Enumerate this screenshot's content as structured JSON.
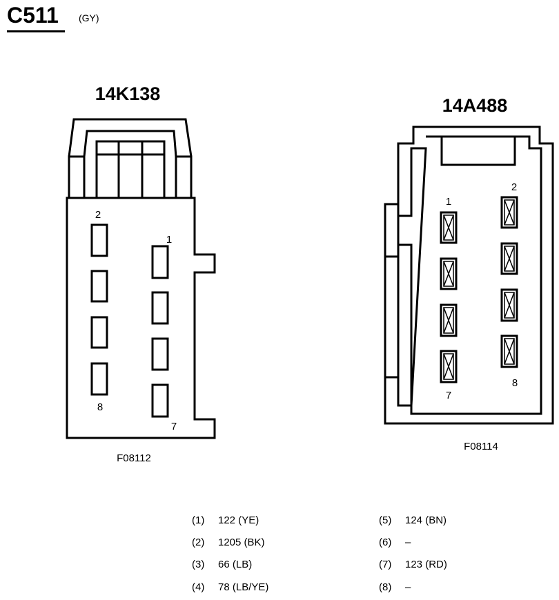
{
  "connector": {
    "id": "C511",
    "color": "(GY)"
  },
  "views": [
    {
      "part_number": "14K138",
      "figure": "F08112",
      "pin_labels": [
        "2",
        "1",
        "8",
        "7"
      ]
    },
    {
      "part_number": "14A488",
      "figure": "F08114",
      "pin_labels": [
        "1",
        "2",
        "7",
        "8"
      ]
    }
  ],
  "pinout": [
    {
      "pin": "(1)",
      "circuit": "122 (YE)"
    },
    {
      "pin": "(2)",
      "circuit": "1205 (BK)"
    },
    {
      "pin": "(3)",
      "circuit": "66 (LB)"
    },
    {
      "pin": "(4)",
      "circuit": "78 (LB/YE)"
    },
    {
      "pin": "(5)",
      "circuit": "124 (BN)"
    },
    {
      "pin": "(6)",
      "circuit": "–"
    },
    {
      "pin": "(7)",
      "circuit": "123 (RD)"
    },
    {
      "pin": "(8)",
      "circuit": "–"
    }
  ]
}
